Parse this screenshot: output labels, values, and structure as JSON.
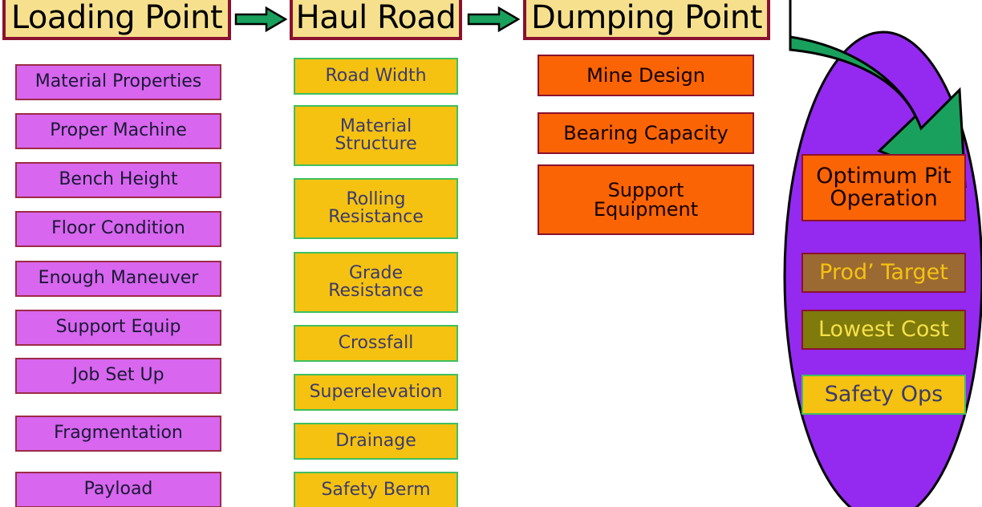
{
  "diagram": {
    "title_flow": [
      "Loading Point",
      "Haul Road",
      "Dumping Point"
    ],
    "colors": {
      "header_fill": "#f7e08d",
      "header_border": "#8b1130",
      "arrow_green": "#19a05c",
      "orchid": "#d866ef",
      "gold": "#f5c211",
      "green_border": "#3fbf5f",
      "orange": "#fa6405",
      "ellipse_purple": "#9429f0",
      "brown": "#9b6a33",
      "olive": "#7e7a0b"
    }
  },
  "columns": [
    {
      "header": "Loading Point",
      "items": [
        "Material Properties",
        "Proper Machine",
        "Bench Height",
        "Floor Condition",
        "Enough Maneuver",
        "Support Equip",
        "Job Set Up",
        "Fragmentation",
        "Payload"
      ]
    },
    {
      "header": "Haul Road",
      "items": [
        "Road Width",
        "Material\nStructure",
        "Rolling\nResistance",
        "Grade\nResistance",
        "Crossfall",
        "Superelevation",
        "Drainage",
        "Safety Berm"
      ]
    },
    {
      "header": "Dumping Point",
      "items": [
        "Mine Design",
        "Bearing Capacity",
        "Support\nEquipment"
      ]
    }
  ],
  "outcome": {
    "items": [
      "Optimum Pit\nOperation",
      "Prod’ Target",
      "Lowest Cost",
      "Safety Ops"
    ]
  },
  "connectors": {
    "arrow_1": "arrow-right-loading-to-haul",
    "arrow_2": "arrow-right-haul-to-dumping",
    "arrow_big": "arrow-curved-down-to-outcome"
  }
}
